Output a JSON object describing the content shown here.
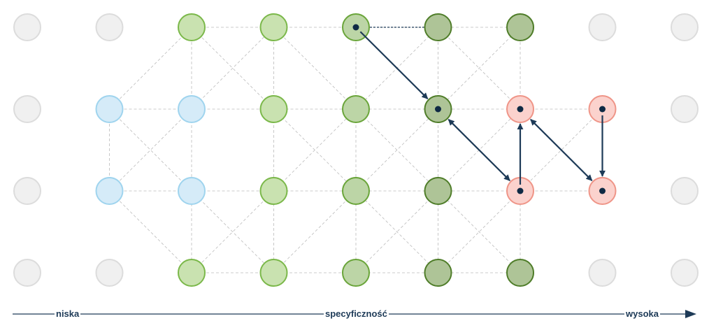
{
  "axis": {
    "low_label": "niska",
    "middle_label": "specyficzność",
    "high_label": "wysoka"
  },
  "colors": {
    "grey_fill": "#f0f0f0",
    "grey_stroke": "#dcdcdc",
    "blue_fill": "#d5ebf8",
    "blue_stroke": "#9fd4ee",
    "light_green_fill": "#c9e2b0",
    "light_green_stroke": "#7bb84a",
    "mid_green_fill": "#bcd5a6",
    "mid_green_stroke": "#6aa53a",
    "dark_green_fill": "#aec497",
    "dark_green_stroke": "#4f7d29",
    "pink_fill": "#fbd2cd",
    "pink_stroke": "#ef9588",
    "arrow": "#1d3a57",
    "grid_line": "#bbbbbb"
  },
  "nodes": [
    {
      "col": 0,
      "row": 0,
      "kind": "grey"
    },
    {
      "col": 1,
      "row": 0,
      "kind": "grey"
    },
    {
      "col": 2,
      "row": 0,
      "kind": "light_green"
    },
    {
      "col": 3,
      "row": 0,
      "kind": "light_green"
    },
    {
      "col": 4,
      "row": 0,
      "kind": "mid_green",
      "dot": true
    },
    {
      "col": 5,
      "row": 0,
      "kind": "dark_green"
    },
    {
      "col": 6,
      "row": 0,
      "kind": "dark_green"
    },
    {
      "col": 7,
      "row": 0,
      "kind": "grey"
    },
    {
      "col": 8,
      "row": 0,
      "kind": "grey"
    },
    {
      "col": 0,
      "row": 1,
      "kind": "grey"
    },
    {
      "col": 1,
      "row": 1,
      "kind": "blue"
    },
    {
      "col": 2,
      "row": 1,
      "kind": "blue"
    },
    {
      "col": 3,
      "row": 1,
      "kind": "light_green"
    },
    {
      "col": 4,
      "row": 1,
      "kind": "mid_green"
    },
    {
      "col": 5,
      "row": 1,
      "kind": "dark_green",
      "dot": true
    },
    {
      "col": 6,
      "row": 1,
      "kind": "pink",
      "dot": true
    },
    {
      "col": 7,
      "row": 1,
      "kind": "pink",
      "dot": true
    },
    {
      "col": 8,
      "row": 1,
      "kind": "grey"
    },
    {
      "col": 0,
      "row": 2,
      "kind": "grey"
    },
    {
      "col": 1,
      "row": 2,
      "kind": "blue"
    },
    {
      "col": 2,
      "row": 2,
      "kind": "blue"
    },
    {
      "col": 3,
      "row": 2,
      "kind": "light_green"
    },
    {
      "col": 4,
      "row": 2,
      "kind": "mid_green"
    },
    {
      "col": 5,
      "row": 2,
      "kind": "dark_green"
    },
    {
      "col": 6,
      "row": 2,
      "kind": "pink",
      "dot": true
    },
    {
      "col": 7,
      "row": 2,
      "kind": "pink",
      "dot": true
    },
    {
      "col": 8,
      "row": 2,
      "kind": "grey"
    },
    {
      "col": 0,
      "row": 3,
      "kind": "grey"
    },
    {
      "col": 1,
      "row": 3,
      "kind": "grey"
    },
    {
      "col": 2,
      "row": 3,
      "kind": "light_green"
    },
    {
      "col": 3,
      "row": 3,
      "kind": "light_green"
    },
    {
      "col": 4,
      "row": 3,
      "kind": "mid_green"
    },
    {
      "col": 5,
      "row": 3,
      "kind": "dark_green"
    },
    {
      "col": 6,
      "row": 3,
      "kind": "dark_green"
    },
    {
      "col": 7,
      "row": 3,
      "kind": "grey"
    },
    {
      "col": 8,
      "row": 3,
      "kind": "grey"
    }
  ],
  "grid": {
    "orthogonal": [
      [
        [
          2,
          0
        ],
        [
          6,
          0
        ]
      ],
      [
        [
          1,
          1
        ],
        [
          7,
          1
        ]
      ],
      [
        [
          1,
          2
        ],
        [
          7,
          2
        ]
      ],
      [
        [
          2,
          3
        ],
        [
          6,
          3
        ]
      ],
      [
        [
          1,
          1
        ],
        [
          1,
          2
        ]
      ],
      [
        [
          2,
          0
        ],
        [
          2,
          3
        ]
      ],
      [
        [
          3,
          0
        ],
        [
          3,
          3
        ]
      ],
      [
        [
          4,
          0
        ],
        [
          4,
          3
        ]
      ],
      [
        [
          5,
          0
        ],
        [
          5,
          3
        ]
      ],
      [
        [
          6,
          0
        ],
        [
          6,
          3
        ]
      ]
    ],
    "diagonals_down": [
      [
        [
          2,
          0
        ],
        [
          5,
          3
        ]
      ],
      [
        [
          3,
          0
        ],
        [
          6,
          3
        ]
      ],
      [
        [
          4,
          0
        ],
        [
          6,
          2
        ]
      ],
      [
        [
          5,
          0
        ],
        [
          6,
          1
        ]
      ],
      [
        [
          1,
          1
        ],
        [
          3,
          3
        ]
      ],
      [
        [
          1,
          2
        ],
        [
          2,
          3
        ]
      ],
      [
        [
          2,
          1
        ],
        [
          2,
          1
        ]
      ]
    ],
    "diagonals_up": [
      [
        [
          2,
          3
        ],
        [
          5,
          0
        ]
      ],
      [
        [
          3,
          3
        ],
        [
          6,
          0
        ]
      ],
      [
        [
          4,
          3
        ],
        [
          6,
          1
        ]
      ],
      [
        [
          5,
          3
        ],
        [
          6,
          2
        ]
      ],
      [
        [
          1,
          2
        ],
        [
          3,
          0
        ]
      ],
      [
        [
          1,
          1
        ],
        [
          2,
          0
        ]
      ],
      [
        [
          2,
          3
        ],
        [
          2,
          3
        ]
      ],
      [
        [
          6,
          2
        ],
        [
          7,
          1
        ]
      ]
    ],
    "dark_dashed": [
      [
        [
          4,
          0
        ],
        [
          5,
          0
        ]
      ]
    ]
  },
  "arrows": [
    {
      "from": [
        4,
        0
      ],
      "to": [
        5,
        1
      ],
      "both": false
    },
    {
      "from": [
        5,
        1
      ],
      "to": [
        6,
        2
      ],
      "both": true
    },
    {
      "from": [
        6,
        2
      ],
      "to": [
        6,
        1
      ],
      "both": false
    },
    {
      "from": [
        6,
        1
      ],
      "to": [
        7,
        2
      ],
      "both": true
    },
    {
      "from": [
        7,
        1
      ],
      "to": [
        7,
        2
      ],
      "both": false
    }
  ]
}
